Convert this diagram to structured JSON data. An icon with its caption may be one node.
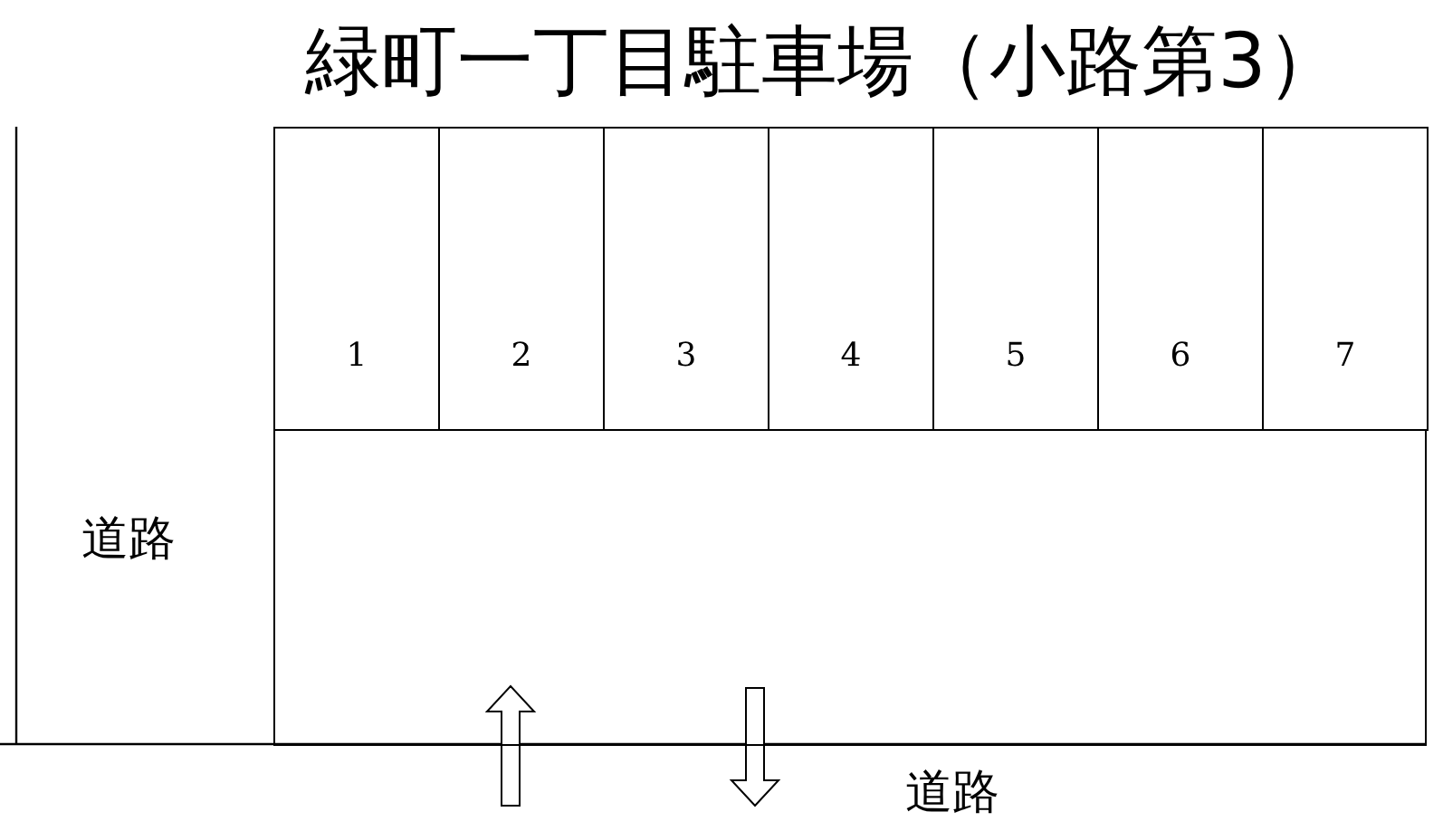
{
  "diagram": {
    "title": "緑町一丁目駐車場（小路第3）",
    "nodes": [
      {
        "text": [
          "1"
        ]
      },
      {
        "text": [
          "2"
        ]
      },
      {
        "text": [
          "3"
        ]
      },
      {
        "text": [
          "4"
        ]
      },
      {
        "text": [
          "5"
        ]
      },
      {
        "text": [
          "6"
        ]
      },
      {
        "text": [
          "7"
        ]
      },
      {
        "text": [],
        "shape": "box"
      }
    ],
    "edges": [],
    "labels": [
      "道路",
      "道路"
    ]
  }
}
